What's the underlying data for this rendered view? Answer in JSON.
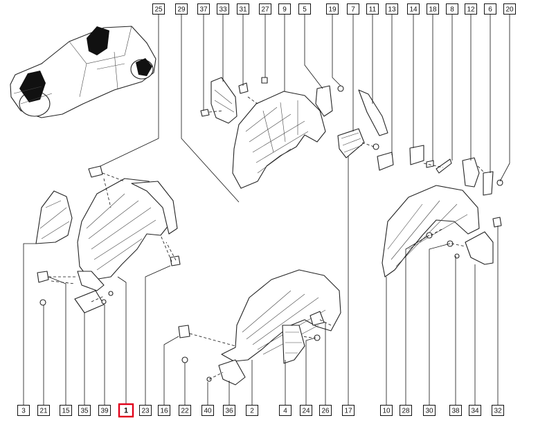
{
  "diagram": {
    "highlight_color": "#e0001a",
    "top_labels": [
      "25",
      "29",
      "37",
      "33",
      "31",
      "27",
      "9",
      "5",
      "19",
      "7",
      "11",
      "13",
      "14",
      "18",
      "8",
      "12",
      "6",
      "20"
    ],
    "bottom_labels": [
      "3",
      "21",
      "15",
      "35",
      "39",
      "1",
      "23",
      "16",
      "22",
      "40",
      "36",
      "2",
      "4",
      "24",
      "26",
      "17",
      "10",
      "28",
      "30",
      "38",
      "34",
      "32"
    ],
    "highlighted_label": "1"
  }
}
